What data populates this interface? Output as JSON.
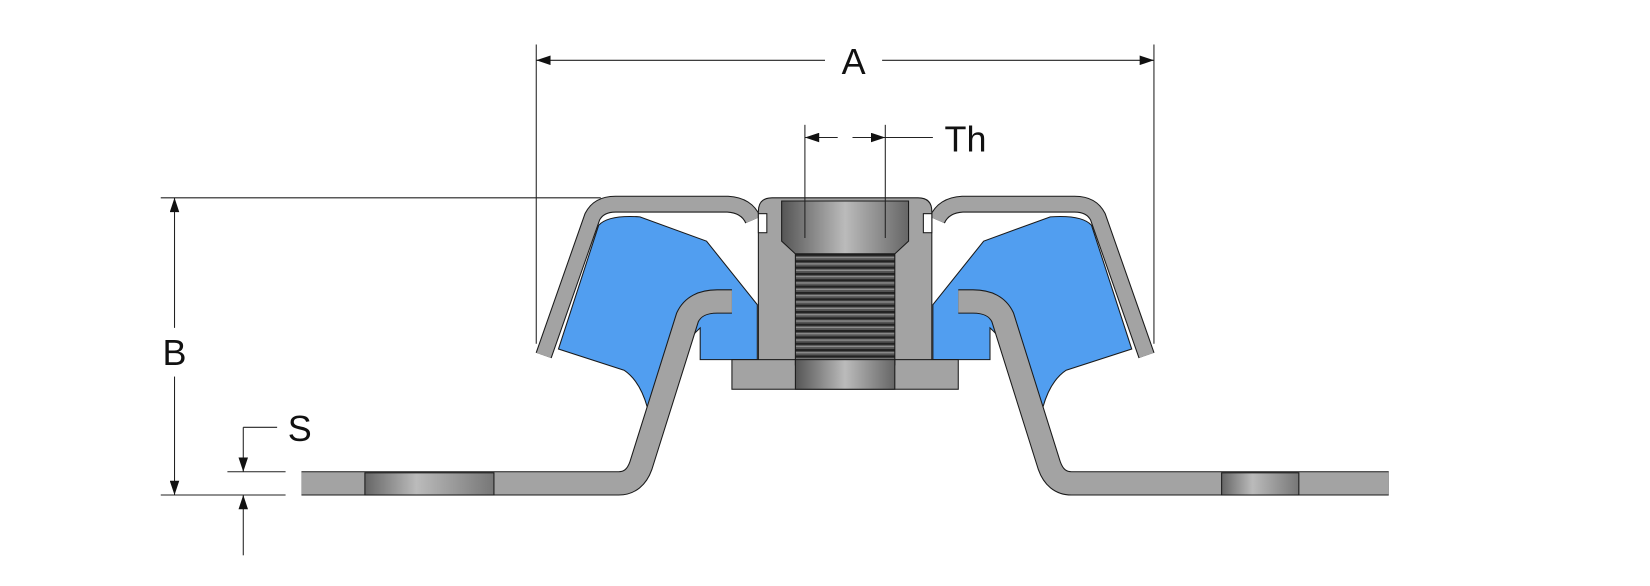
{
  "dimensions": {
    "a": "A",
    "th": "Th",
    "b": "B",
    "s": "S"
  },
  "colors": {
    "metal": "#a3a3a3",
    "rubber": "#519ef0",
    "outline": "#1a1a1a",
    "thread": "#3a3a3a"
  }
}
